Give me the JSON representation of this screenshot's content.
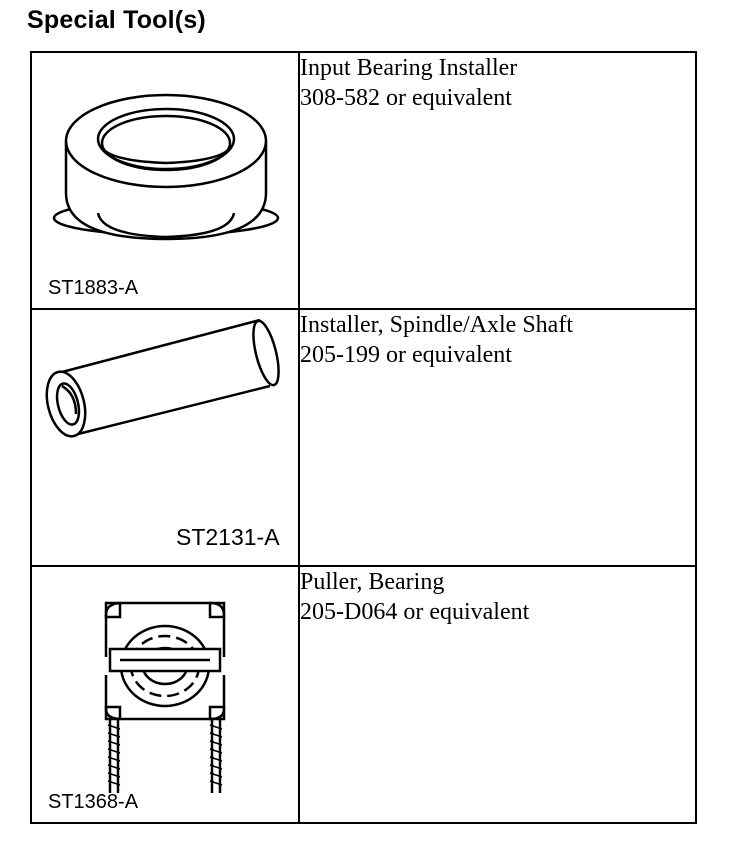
{
  "heading": "Special Tool(s)",
  "tools": [
    {
      "code": "ST1883-A",
      "name": "Input Bearing Installer",
      "part": "308-582 or equivalent",
      "icon": "bearing-installer-ring-icon"
    },
    {
      "code": "ST2131-A",
      "name": "Installer, Spindle/Axle Shaft",
      "part": "205-199 or equivalent",
      "icon": "axle-shaft-installer-tube-icon"
    },
    {
      "code": "ST1368-A",
      "name": "Puller, Bearing",
      "part": "205-D064 or equivalent",
      "icon": "bearing-puller-icon"
    }
  ]
}
